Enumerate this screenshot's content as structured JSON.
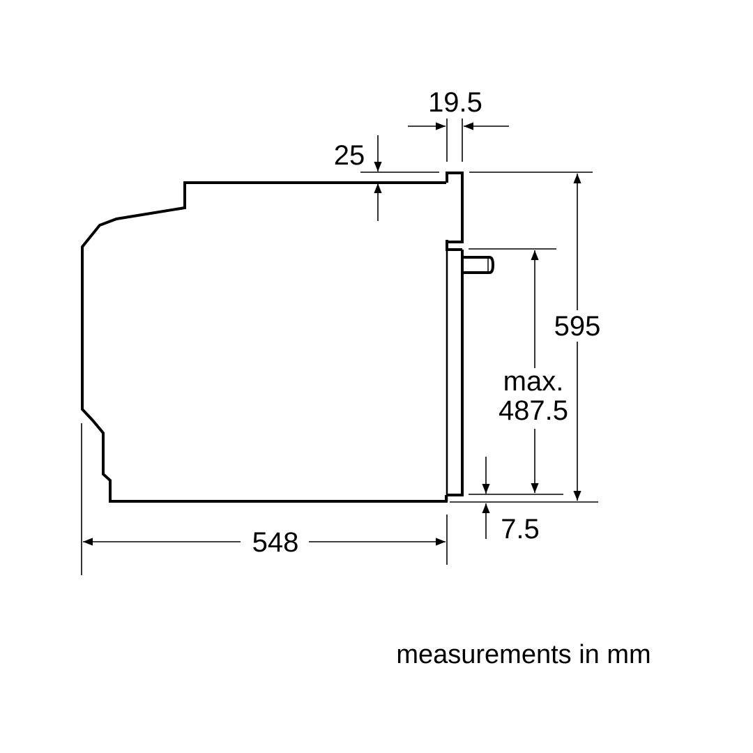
{
  "diagram": {
    "title": "Oven side view installation dimensions",
    "dimensions": {
      "door_depth": "19.5",
      "top_offset": "25",
      "total_height": "595",
      "max_label": "max.",
      "max_value": "487.5",
      "depth": "548",
      "bottom_offset": "7.5"
    },
    "unit_note": "measurements in mm"
  }
}
